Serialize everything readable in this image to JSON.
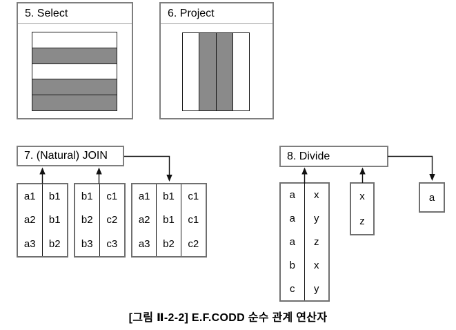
{
  "panels": {
    "select": {
      "title": "5. Select",
      "row_pattern": [
        "white",
        "gray",
        "white",
        "gray",
        "gray"
      ]
    },
    "project": {
      "title": "6. Project",
      "column_pattern": [
        "white",
        "gray",
        "gray",
        "white"
      ]
    }
  },
  "join": {
    "title": "7. (Natural) JOIN",
    "tables": [
      {
        "rows": [
          [
            "a1",
            "b1"
          ],
          [
            "a2",
            "b1"
          ],
          [
            "a3",
            "b2"
          ]
        ]
      },
      {
        "rows": [
          [
            "b1",
            "c1"
          ],
          [
            "b2",
            "c2"
          ],
          [
            "b3",
            "c3"
          ]
        ]
      },
      {
        "rows": [
          [
            "a1",
            "b1",
            "c1"
          ],
          [
            "a2",
            "b1",
            "c1"
          ],
          [
            "a3",
            "b2",
            "c2"
          ]
        ]
      }
    ]
  },
  "divide": {
    "title": "8. Divide",
    "tables": [
      {
        "rows": [
          [
            "a",
            "x"
          ],
          [
            "a",
            "y"
          ],
          [
            "a",
            "z"
          ],
          [
            "b",
            "x"
          ],
          [
            "c",
            "y"
          ]
        ]
      },
      {
        "rows": [
          [
            "x"
          ],
          [
            "z"
          ]
        ]
      }
    ],
    "result": "a"
  },
  "caption": "[그림 Ⅱ-2-2] E.F.CODD 순수 관계 연산자",
  "colors": {
    "highlight_gray": "#8a8a8a",
    "panel_border": "#7e7e7e",
    "table_border": "#6f6f6f",
    "line_black": "#161616",
    "background": "#ffffff"
  }
}
